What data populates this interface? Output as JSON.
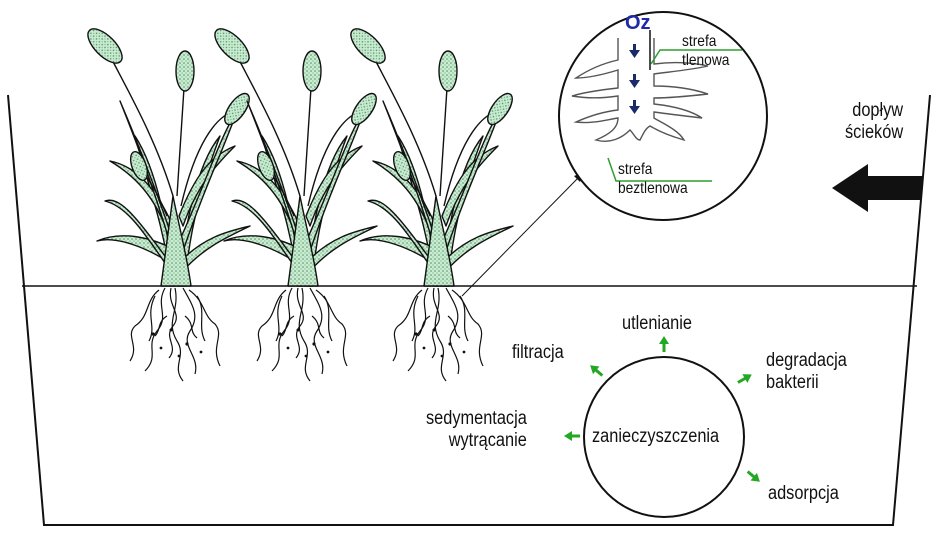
{
  "labels": {
    "ozone": "Oz",
    "aerobic_zone": [
      "strefa",
      "tlenowa"
    ],
    "anaerobic_zone": [
      "strefa",
      "beztlenowa"
    ],
    "inflow": [
      "dopływ",
      "ścieków"
    ],
    "oxidation": "utlenianie",
    "filtration": "filtracja",
    "bacterial_degradation": [
      "degradacja",
      "bakterii"
    ],
    "sedimentation": [
      "sedymentacja",
      "wytrącanie"
    ],
    "pollutants": "zanieczyszczenia",
    "adsorption": "adsorpcja"
  },
  "colors": {
    "plant_fill": "#b8e3c4",
    "process_arrow": "#22a822",
    "zone_pointer": "#2e9e2e",
    "ozone_arrow": "#1b2a6b",
    "outline": "#111111"
  },
  "plants": [
    {
      "name": "plant-1"
    },
    {
      "name": "plant-2"
    },
    {
      "name": "plant-3"
    }
  ]
}
